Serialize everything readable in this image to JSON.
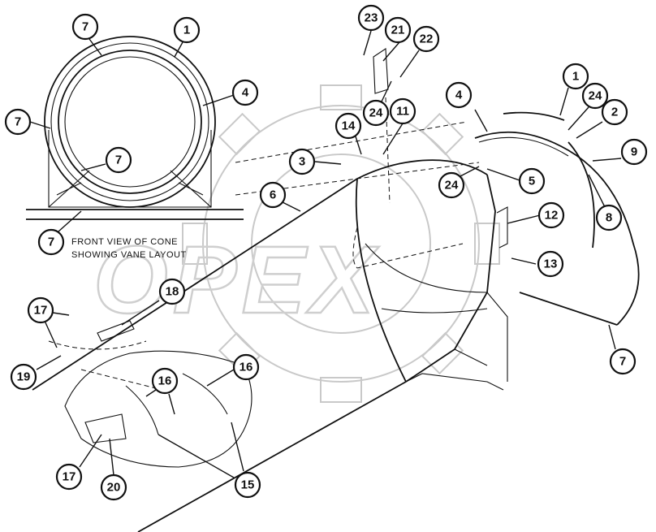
{
  "caption": {
    "line1": "FRONT VIEW OF CONE",
    "line2": "SHOWING VANE LAYOUT"
  },
  "watermark": "OPEX",
  "callouts": [
    {
      "id": "c7-top-left",
      "label": "7"
    },
    {
      "id": "c1-top",
      "label": "1"
    },
    {
      "id": "c4-top",
      "label": "4"
    },
    {
      "id": "c7-left",
      "label": "7"
    },
    {
      "id": "c7-center",
      "label": "7"
    },
    {
      "id": "c7-bottom-left",
      "label": "7"
    },
    {
      "id": "c23",
      "label": "23"
    },
    {
      "id": "c21",
      "label": "21"
    },
    {
      "id": "c22",
      "label": "22"
    },
    {
      "id": "c24-mid",
      "label": "24"
    },
    {
      "id": "c11",
      "label": "11"
    },
    {
      "id": "c14",
      "label": "14"
    },
    {
      "id": "c3",
      "label": "3"
    },
    {
      "id": "c6",
      "label": "6"
    },
    {
      "id": "c4-right",
      "label": "4"
    },
    {
      "id": "c1-right",
      "label": "1"
    },
    {
      "id": "c24-right",
      "label": "24"
    },
    {
      "id": "c2",
      "label": "2"
    },
    {
      "id": "c9",
      "label": "9"
    },
    {
      "id": "c5",
      "label": "5"
    },
    {
      "id": "c24-lower",
      "label": "24"
    },
    {
      "id": "c8",
      "label": "8"
    },
    {
      "id": "c12",
      "label": "12"
    },
    {
      "id": "c13",
      "label": "13"
    },
    {
      "id": "c7-right",
      "label": "7"
    },
    {
      "id": "c18",
      "label": "18"
    },
    {
      "id": "c17-left",
      "label": "17"
    },
    {
      "id": "c19",
      "label": "19"
    },
    {
      "id": "c16-right",
      "label": "16"
    },
    {
      "id": "c16-center",
      "label": "16"
    },
    {
      "id": "c15",
      "label": "15"
    },
    {
      "id": "c17-bottom",
      "label": "17"
    },
    {
      "id": "c20",
      "label": "20"
    }
  ]
}
